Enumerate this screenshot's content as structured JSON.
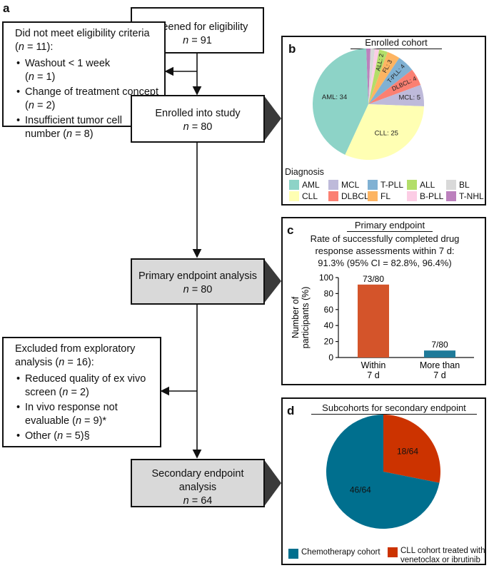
{
  "panel_a": {
    "letter": "a",
    "screened": {
      "label": "Screened for eligibility",
      "n": "n",
      "value": " = 91"
    },
    "excluded_top": {
      "title": "Did not meet eligibility criteria (",
      "title_n": "n",
      "title_tail": " = 11):",
      "items": [
        {
          "text": "Washout < 1 week",
          "n_pre": "(",
          "n": "n",
          "n_post": " = 1)"
        },
        {
          "text": "Change of treatment concept (",
          "n": "n",
          "n_post": " = 2)"
        },
        {
          "text": "Insufficient tumor cell number (",
          "n": "n",
          "n_post": " = 8)"
        }
      ]
    },
    "enrolled": {
      "label": "Enrolled into study",
      "n": "n",
      "value": " = 80"
    },
    "primary": {
      "label": "Primary endpoint analysis",
      "n": "n",
      "value": " = 80"
    },
    "excluded_exploratory": {
      "title": "Excluded from exploratory analysis (",
      "title_n": "n",
      "title_tail": " = 16):",
      "items": [
        {
          "text": "Reduced quality of ex vivo screen (",
          "n": "n",
          "n_post": " = 2)"
        },
        {
          "text": "In vivo response not evaluable (",
          "n": "n",
          "n_post": " = 9)*"
        },
        {
          "text": "Other (",
          "n": "n",
          "n_post": " = 5)§"
        }
      ]
    },
    "secondary": {
      "label": "Secondary endpoint analysis",
      "n": "n",
      "value": " = 64"
    }
  },
  "panel_b": {
    "letter": "b",
    "title": "Enrolled cohort",
    "legend_title": "Diagnosis",
    "chart_data": {
      "type": "pie",
      "title": "Enrolled cohort",
      "slices": [
        {
          "label": "AML",
          "value": 34,
          "color": "#8dd3c7"
        },
        {
          "label": "CLL",
          "value": 25,
          "color": "#ffffb3"
        },
        {
          "label": "MCL",
          "value": 5,
          "color": "#bebada"
        },
        {
          "label": "DLBCL",
          "value": 4,
          "color": "#fb8072"
        },
        {
          "label": "T-PLL",
          "value": 4,
          "color": "#80b1d3"
        },
        {
          "label": "FL",
          "value": 3,
          "color": "#fdb462"
        },
        {
          "label": "ALL",
          "value": 2,
          "color": "#b3de69"
        },
        {
          "label": "B-PLL",
          "value": 1,
          "color": "#fccde5"
        },
        {
          "label": "BL",
          "value": 1,
          "color": "#d9d9d9"
        },
        {
          "label": "T-NHL",
          "value": 1,
          "color": "#bc80bd"
        }
      ],
      "slice_labels": [
        "AML: 34",
        "CLL: 25",
        "MCL: 5",
        "DLBCL: 4",
        "T-PLL: 4",
        "FL: 3",
        "ALL: 2"
      ]
    },
    "legend": [
      {
        "label": "AML",
        "color": "#8dd3c7"
      },
      {
        "label": "MCL",
        "color": "#bebada"
      },
      {
        "label": "T-PLL",
        "color": "#80b1d3"
      },
      {
        "label": "ALL",
        "color": "#b3de69"
      },
      {
        "label": "BL",
        "color": "#d9d9d9"
      },
      {
        "label": "CLL",
        "color": "#ffffb3"
      },
      {
        "label": "DLBCL",
        "color": "#fb8072"
      },
      {
        "label": "FL",
        "color": "#fdb462"
      },
      {
        "label": "B-PLL",
        "color": "#fccde5"
      },
      {
        "label": "T-NHL",
        "color": "#bc80bd"
      }
    ]
  },
  "panel_c": {
    "letter": "c",
    "title": "Primary endpoint",
    "subtitle_lines": [
      "Rate of successfully completed drug",
      "response assessments within 7 d:",
      "91.3% (95% CI = 82.8%, 96.4%)"
    ],
    "chart_data": {
      "type": "bar",
      "categories": [
        [
          "Within",
          "7 d"
        ],
        [
          "More than",
          "7 d"
        ]
      ],
      "values": [
        91.25,
        8.75
      ],
      "data_labels": [
        "73/80",
        "7/80"
      ],
      "colors": [
        "#d4542a",
        "#1f7a99"
      ],
      "ylabel_lines": [
        "Number of",
        "participants (%)"
      ],
      "ylim": [
        0,
        100
      ],
      "yticks": [
        0,
        20,
        40,
        60,
        80,
        100
      ]
    }
  },
  "panel_d": {
    "letter": "d",
    "title": "Subcohorts for secondary endpoint",
    "chart_data": {
      "type": "pie",
      "slices": [
        {
          "label": "CLL cohort treated with venetoclax or ibrutinib",
          "value": 18,
          "color": "#cc3300"
        },
        {
          "label": "Chemotherapy cohort",
          "value": 46,
          "color": "#006f8e"
        }
      ],
      "slice_labels": [
        "18/64",
        "46/64"
      ]
    },
    "legend": [
      {
        "label": "Chemotherapy cohort",
        "color": "#006f8e"
      },
      {
        "label_lines": [
          "CLL cohort treated with",
          "venetoclax or ibrutinib"
        ],
        "color": "#cc3300"
      }
    ]
  }
}
